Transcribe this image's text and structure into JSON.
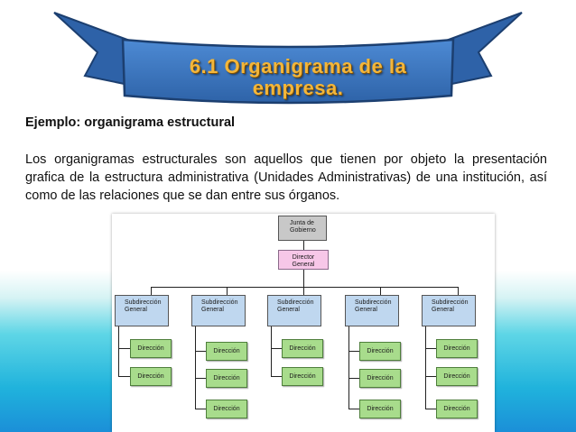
{
  "header": {
    "title_line1": "6.1 Organigrama de la",
    "title_line2": "empresa."
  },
  "content": {
    "subtitle": "Ejemplo: organigrama estructural",
    "paragraph": "Los organigramas estructurales son aquellos que tienen por objeto la presentación grafica de la estructura administrativa (Unidades Administrativas) de una institución, así como de las relaciones que se dan entre sus órganos."
  },
  "org_chart": {
    "top_line1": "Junta de",
    "top_line2": "Gobierno",
    "director_line1": "Director",
    "director_line2": "General",
    "subdirections": [
      {
        "line1": "Subdirección",
        "line2": "General",
        "units": [
          "Dirección",
          "Dirección"
        ]
      },
      {
        "line1": "Subdirección",
        "line2": "General",
        "units": [
          "Dirección",
          "Dirección",
          "Dirección"
        ]
      },
      {
        "line1": "Subdirección",
        "line2": "General",
        "units": [
          "Dirección",
          "Dirección"
        ]
      },
      {
        "line1": "Subdirección",
        "line2": "General",
        "units": [
          "Dirección",
          "Dirección",
          "Dirección"
        ]
      },
      {
        "line1": "Subdirección",
        "line2": "General",
        "units": [
          "Dirección",
          "Dirección",
          "Dirección"
        ]
      }
    ]
  },
  "colors": {
    "banner_blue": "#3f7bc6",
    "title_gold": "#f3b63a",
    "leaf_green": "#a8dc8c",
    "sub_blue": "#bfd7ef",
    "director_pink": "#f7c7e8"
  }
}
